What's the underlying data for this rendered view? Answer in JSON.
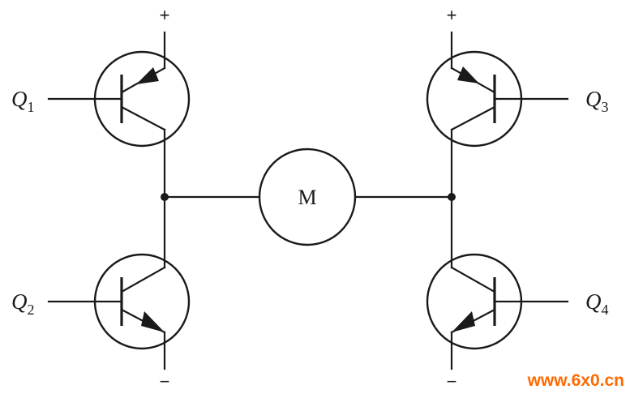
{
  "diagram": {
    "transistors": [
      {
        "id": "q1",
        "letter": "Q",
        "sub": "1"
      },
      {
        "id": "q2",
        "letter": "Q",
        "sub": "2"
      },
      {
        "id": "q3",
        "letter": "Q",
        "sub": "3"
      },
      {
        "id": "q4",
        "letter": "Q",
        "sub": "4"
      }
    ],
    "motor_label": "M",
    "supply_positive": "+",
    "supply_negative": "−",
    "watermark": "www.6x0.cn",
    "colors": {
      "lines": "#1a1a1a",
      "watermark": "#ff6a00",
      "background": "#ffffff"
    }
  }
}
